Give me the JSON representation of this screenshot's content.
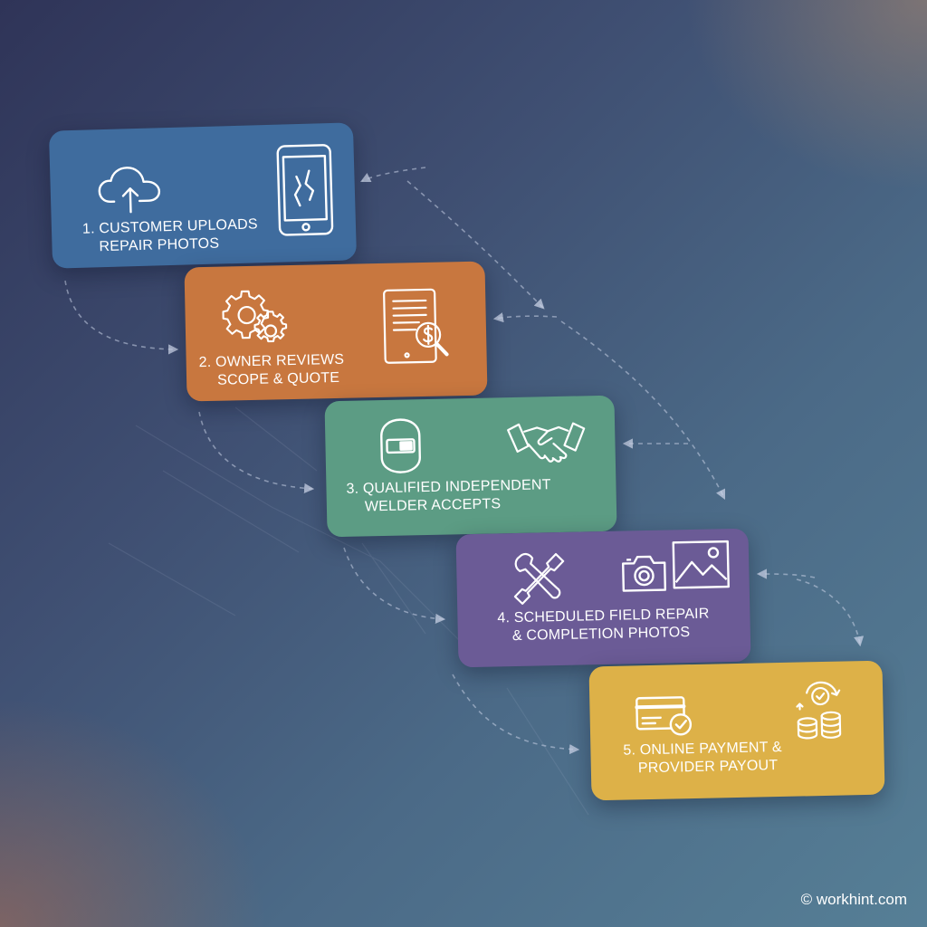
{
  "background_colors": {
    "top_left": "#2f3458",
    "bottom_right": "#567f96",
    "corner_glow": "#aa6950"
  },
  "steps": [
    {
      "number": "1.",
      "lines": [
        "1. CUSTOMER UPLOADS",
        "REPAIR PHOTOS"
      ],
      "color": "#3f6c9e",
      "icons": [
        "cloud-upload-icon",
        "cracked-phone-icon"
      ]
    },
    {
      "number": "2.",
      "lines": [
        "2. OWNER REVIEWS",
        "SCOPE & QUOTE"
      ],
      "color": "#c8773f",
      "icons": [
        "gears-icon",
        "quote-document-icon"
      ]
    },
    {
      "number": "3.",
      "lines": [
        "3. QUALIFIED INDEPENDENT",
        "WELDER ACCEPTS"
      ],
      "color": "#5c9c84",
      "icons": [
        "welding-helmet-icon",
        "handshake-icon"
      ]
    },
    {
      "number": "4.",
      "lines": [
        "4. SCHEDULED FIELD REPAIR",
        "& COMPLETION PHOTOS"
      ],
      "color": "#6b5b96",
      "icons": [
        "tools-icon",
        "camera-icon",
        "image-icon"
      ]
    },
    {
      "number": "5.",
      "lines": [
        "5. ONLINE PAYMENT &",
        "PROVIDER PAYOUT"
      ],
      "color": "#ddb148",
      "icons": [
        "credit-card-check-icon",
        "coins-payout-icon"
      ]
    }
  ],
  "watermark": "© workhint.com"
}
